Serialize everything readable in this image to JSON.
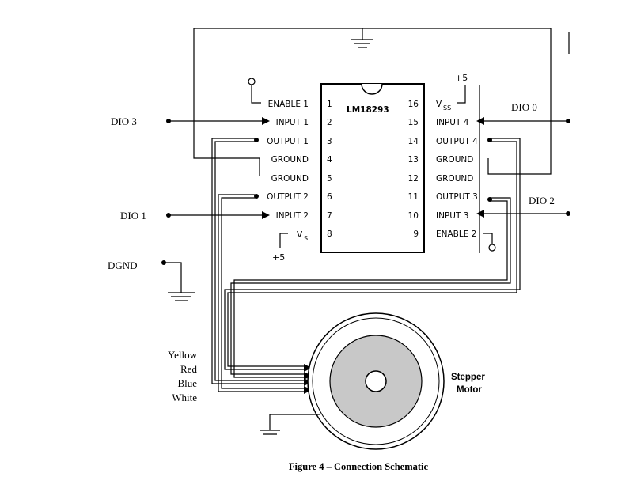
{
  "chip": {
    "name": "LM18293",
    "left_pins": [
      {
        "num": "1",
        "label": "ENABLE 1"
      },
      {
        "num": "2",
        "label": "INPUT 1"
      },
      {
        "num": "3",
        "label": "OUTPUT 1"
      },
      {
        "num": "4",
        "label": "GROUND"
      },
      {
        "num": "5",
        "label": "GROUND"
      },
      {
        "num": "6",
        "label": "OUTPUT 2"
      },
      {
        "num": "7",
        "label": "INPUT 2"
      },
      {
        "num": "8",
        "label": "V",
        "sub": "S"
      }
    ],
    "right_pins": [
      {
        "num": "16",
        "label": "V",
        "sub": "SS"
      },
      {
        "num": "15",
        "label": "INPUT 4"
      },
      {
        "num": "14",
        "label": "OUTPUT 4"
      },
      {
        "num": "13",
        "label": "GROUND"
      },
      {
        "num": "12",
        "label": "GROUND"
      },
      {
        "num": "11",
        "label": "OUTPUT 3"
      },
      {
        "num": "10",
        "label": "INPUT 3"
      },
      {
        "num": "9",
        "label": "ENABLE 2"
      }
    ]
  },
  "signals": {
    "dio3": "DIO 3",
    "dio1": "DIO 1",
    "dio0": "DIO 0",
    "dio2": "DIO 2",
    "dgnd": "DGND"
  },
  "supply": {
    "vss_plus": "+5",
    "vs_plus": "+5"
  },
  "wires": [
    "Yellow",
    "Red",
    "Blue",
    "White"
  ],
  "motor": {
    "line1": "Stepper",
    "line2": "Motor"
  },
  "caption": "Figure 4 – Connection Schematic"
}
